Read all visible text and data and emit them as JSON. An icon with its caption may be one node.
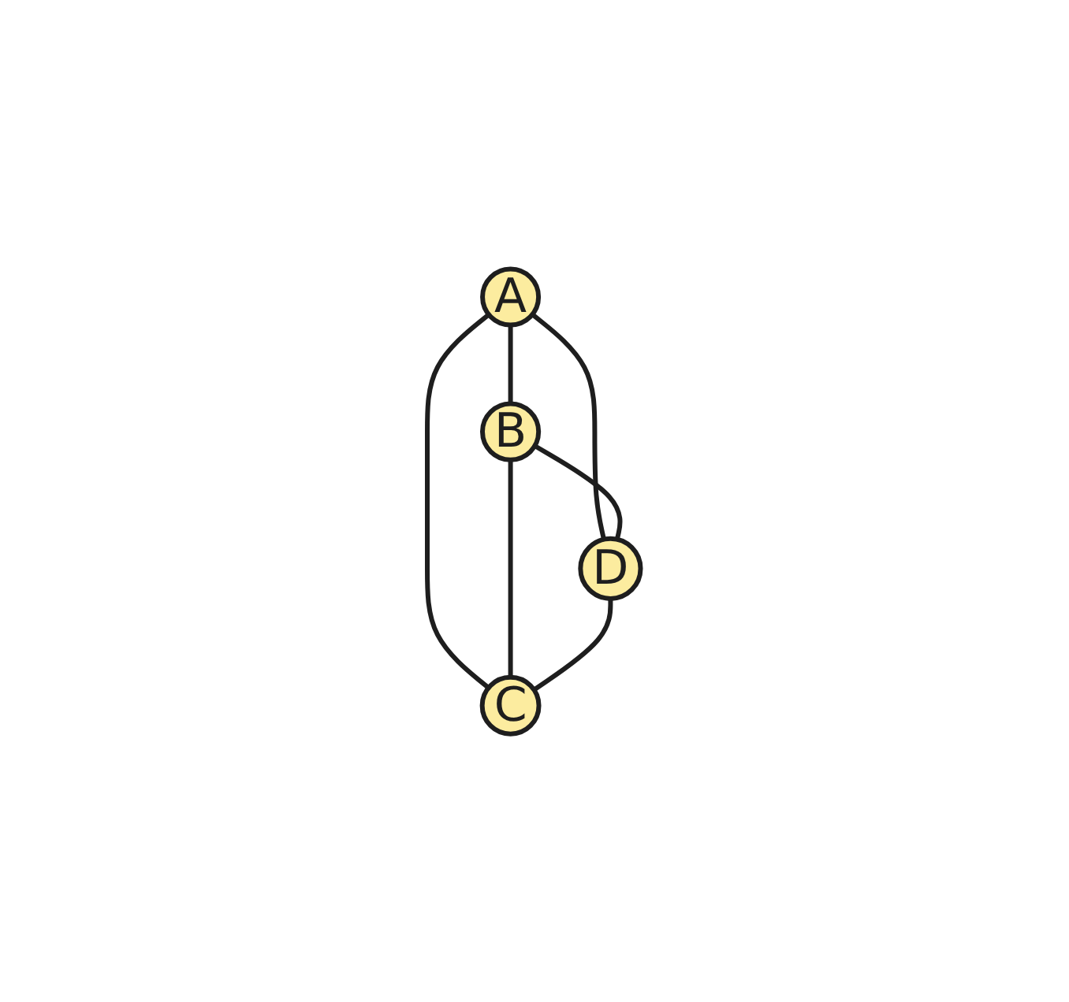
{
  "diagram": {
    "nodes": [
      {
        "text": [
          "A"
        ]
      },
      {
        "text": [
          "B"
        ]
      },
      {
        "text": [
          "D"
        ]
      },
      {
        "text": [
          "C"
        ]
      }
    ],
    "edges": [
      {
        "from": 0,
        "to": 1,
        "arrow": "none"
      },
      {
        "from": 0,
        "to": 3,
        "arrow": "none"
      },
      {
        "from": 0,
        "to": 2,
        "arrow": "none"
      },
      {
        "from": 1,
        "to": 2,
        "arrow": "none"
      },
      {
        "from": 1,
        "to": 3,
        "arrow": "none"
      },
      {
        "from": 2,
        "to": 3,
        "arrow": "none"
      }
    ]
  }
}
